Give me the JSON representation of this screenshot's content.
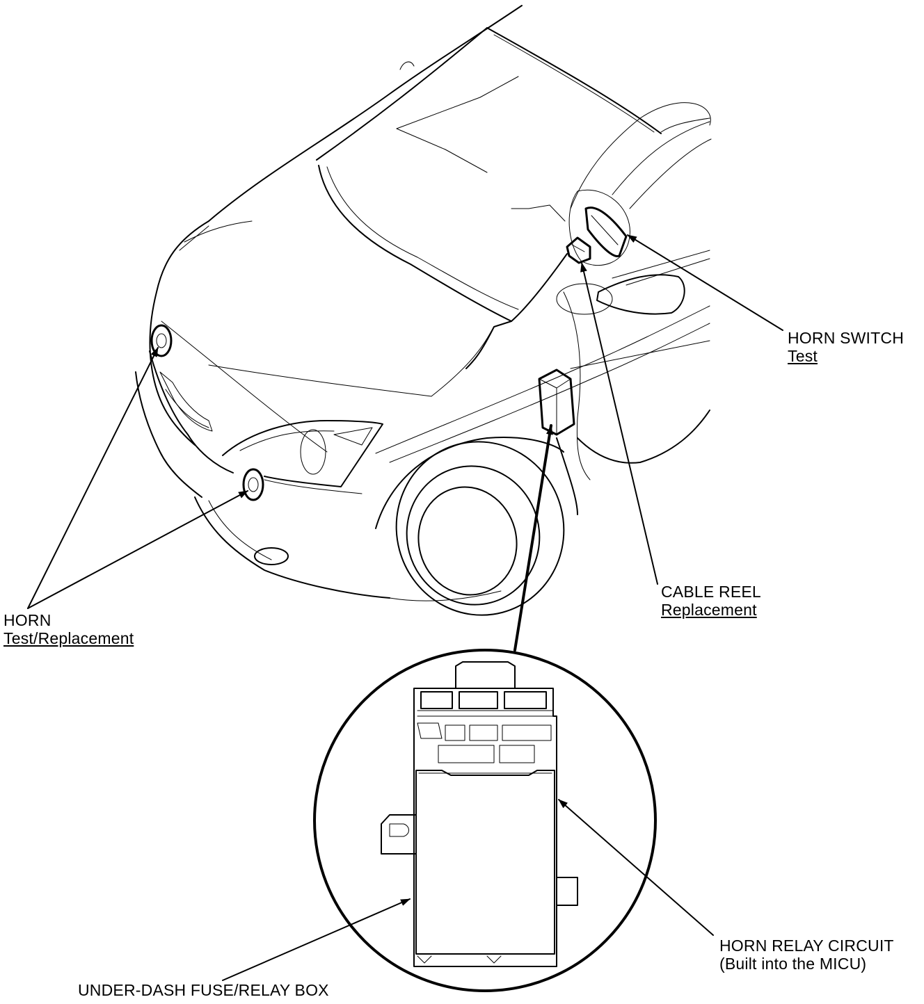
{
  "callouts": {
    "horn": {
      "title": "HORN",
      "action": "Test/Replacement"
    },
    "horn_switch": {
      "title": "HORN SWITCH",
      "action": "Test"
    },
    "cable_reel": {
      "title": "CABLE REEL",
      "action": "Replacement"
    },
    "horn_relay": {
      "title": "HORN RELAY CIRCUIT",
      "detail": "(Built into the MICU)"
    },
    "fuse_box": {
      "title": "UNDER-DASH FUSE/RELAY BOX"
    }
  }
}
